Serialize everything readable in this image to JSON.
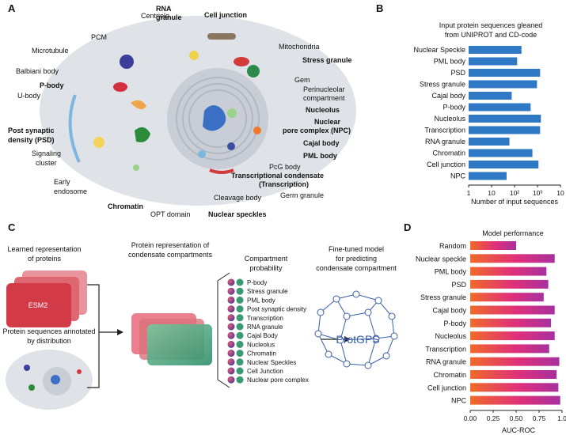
{
  "panels": {
    "a": "A",
    "b": "B",
    "c": "C",
    "d": "D"
  },
  "panel_a": {
    "labels": [
      "Centriole",
      "RNA",
      "granule",
      "Cell junction",
      "PCM",
      "Microtubule",
      "Mitochondria",
      "Stress granule",
      "Balbiani body",
      "P-body",
      "U-body",
      "Gem",
      "Perinucleolar",
      "compartment",
      "Nucleolus",
      "Nuclear",
      "pore complex (NPC)",
      "Post synaptic",
      "density (PSD)",
      "Cajal body",
      "PML body",
      "Signaling",
      "cluster",
      "PcG body",
      "Transcriptional condensate",
      "(Transcription)",
      "Early",
      "endosome",
      "Chromatin",
      "Cleavage body",
      "Germ granule",
      "OPT domain",
      "Nuclear speckles"
    ]
  },
  "panel_b": {
    "title_line1": "Input protein sequences gleaned",
    "title_line2": "from UNIPROT and CD-code",
    "xlabel": "Number of input sequences",
    "tick_labels": [
      "1",
      "10",
      "10²",
      "10³",
      "10"
    ]
  },
  "panel_c": {
    "learned_line1": "Learned representation",
    "learned_line2": "of proteins",
    "esm_label": "ESM2",
    "annot_line1": "Protein sequences annotated",
    "annot_line2": "by distribution",
    "rep_line1": "Protein representation of",
    "rep_line2": "condensate compartments",
    "prob_line1": "Compartment",
    "prob_line2": "probability",
    "classes": [
      "P-body",
      "Stress granule",
      "PML body",
      "Post synaptic density",
      "Transcription",
      "RNA granule",
      "Cajal Body",
      "Nucleolus",
      "Chromatin",
      "Nuclear Speckles",
      "Cell Junction",
      "Nuclear pore complex"
    ],
    "ft_line1": "Fine-tuned model",
    "ft_line2": "for predicting",
    "ft_line3": "condensate compartment",
    "model_name": "ProtGPS"
  },
  "chart_data": [
    {
      "type": "bar",
      "orientation": "horizontal",
      "title": "Input protein sequences gleaned from UNIPROT and CD-code",
      "xlabel": "Number of input sequences",
      "xscale": "log",
      "xlim": [
        1,
        10000
      ],
      "categories": [
        "Nuclear Speckle",
        "PML body",
        "PSD",
        "Stress granule",
        "Cajal body",
        "P-body",
        "Nucleolus",
        "Transcription",
        "RNA granule",
        "Chromatin",
        "Cell junction",
        "NPC"
      ],
      "values": [
        200,
        130,
        1300,
        950,
        75,
        500,
        1400,
        1300,
        60,
        600,
        1100,
        45
      ],
      "colors": {
        "bar": "#2f78c4"
      }
    },
    {
      "type": "bar",
      "orientation": "horizontal",
      "title": "Model performance",
      "xlabel": "AUC-ROC",
      "xlim": [
        0,
        1.0
      ],
      "xticks": [
        "0.00",
        "0.25",
        "0.50",
        "0.75",
        "1.0"
      ],
      "categories": [
        "Random",
        "Nuclear speckle",
        "PML body",
        "PSD",
        "Stress granule",
        "Cajal body",
        "P-body",
        "Nucleolus",
        "Transcription",
        "RNA granule",
        "Chromatin",
        "Cell junction",
        "NPC"
      ],
      "values": [
        0.5,
        0.92,
        0.83,
        0.85,
        0.8,
        0.92,
        0.88,
        0.92,
        0.86,
        0.97,
        0.94,
        0.96,
        0.98
      ],
      "colors": {
        "gradient_start": "#f0692a",
        "gradient_end": "#b0309e"
      }
    }
  ]
}
